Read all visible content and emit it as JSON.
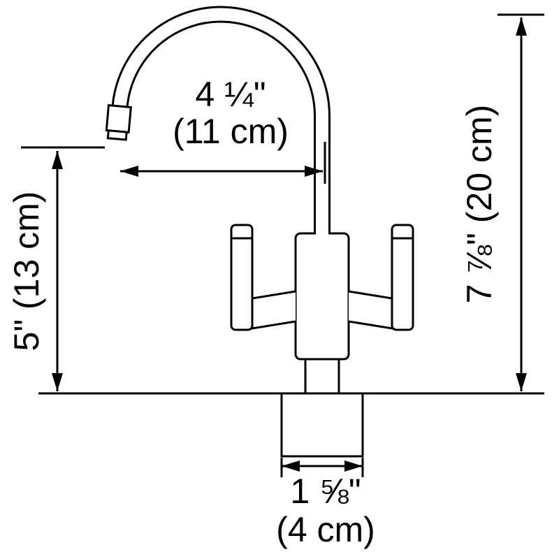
{
  "diagram": {
    "colors": {
      "line": "#000000",
      "background": "#ffffff"
    },
    "dimensions": {
      "spout_reach": {
        "imperial": "4 ¼\"",
        "metric": "(11 cm)"
      },
      "outlet_height": {
        "label": "5\" (13 cm)"
      },
      "overall_height": {
        "label": "7 ⅞\" (20 cm)"
      },
      "base_diameter": {
        "imperial": "1 ⅝\"",
        "metric": "(4 cm)"
      }
    }
  }
}
